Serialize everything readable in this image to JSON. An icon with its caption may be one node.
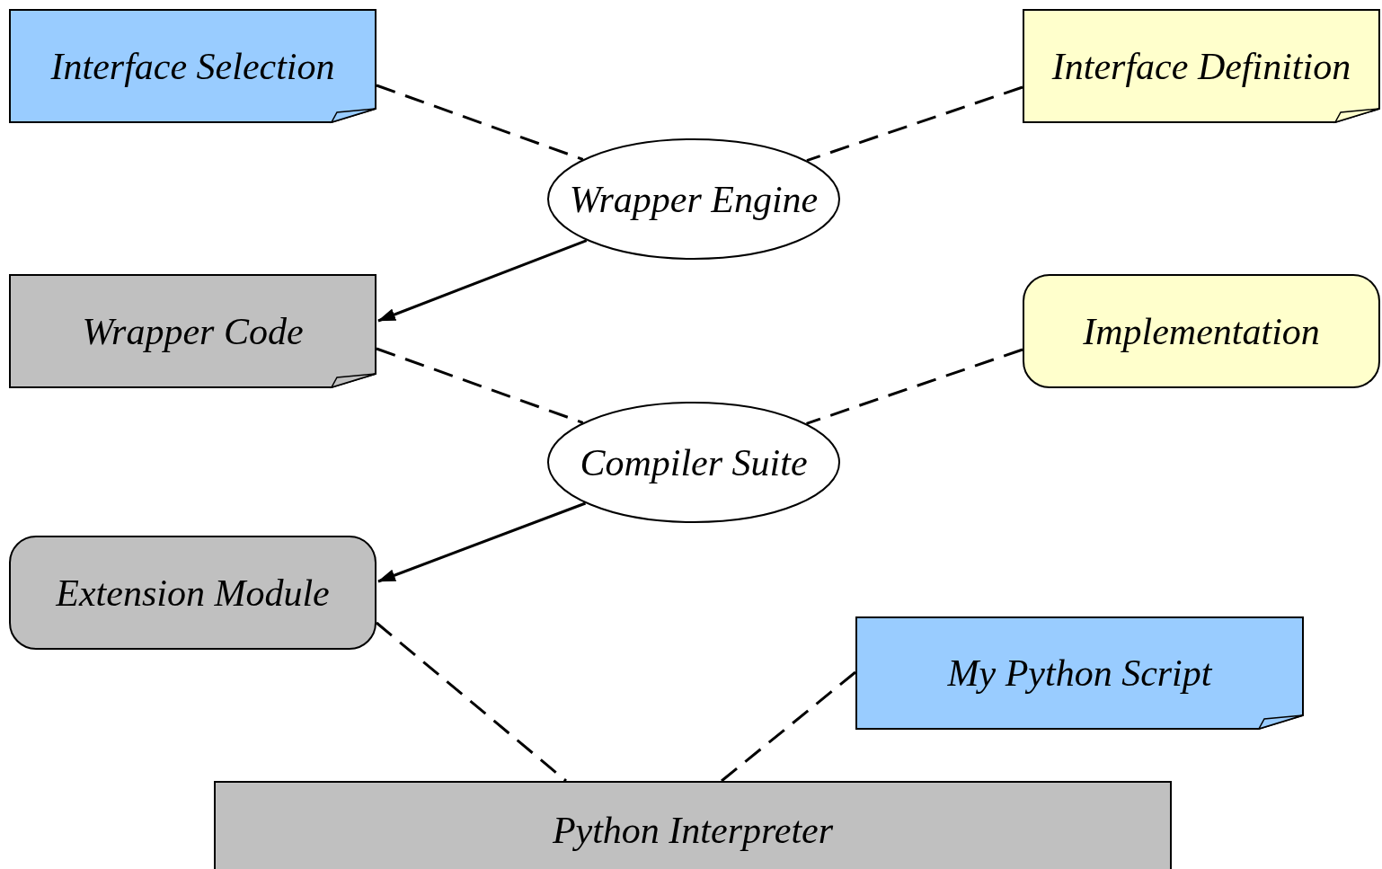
{
  "diagram": {
    "nodes": [
      {
        "text": [
          "Interface Selection"
        ]
      },
      {
        "text": [
          "Interface Definition"
        ]
      },
      {
        "text": [
          "Wrapper Engine"
        ]
      },
      {
        "text": [
          "Wrapper Code"
        ]
      },
      {
        "text": [
          "Implementation"
        ]
      },
      {
        "text": [
          "Compiler Suite"
        ]
      },
      {
        "text": [
          "Extension Module"
        ]
      },
      {
        "text": [
          "My Python Script"
        ]
      },
      {
        "text": [
          "Python Interpreter"
        ]
      }
    ],
    "edges": [
      {
        "from": 0,
        "to": 2,
        "arrow": "none",
        "style": "dashed"
      },
      {
        "from": 1,
        "to": 2,
        "arrow": "none",
        "style": "dashed"
      },
      {
        "from": 2,
        "to": 3,
        "arrow": "to"
      },
      {
        "from": 3,
        "to": 5,
        "arrow": "none",
        "style": "dashed"
      },
      {
        "from": 4,
        "to": 5,
        "arrow": "none",
        "style": "dashed"
      },
      {
        "from": 5,
        "to": 6,
        "arrow": "to"
      },
      {
        "from": 6,
        "to": 8,
        "arrow": "none",
        "style": "dashed"
      },
      {
        "from": 7,
        "to": 8,
        "arrow": "none",
        "style": "dashed"
      }
    ]
  }
}
